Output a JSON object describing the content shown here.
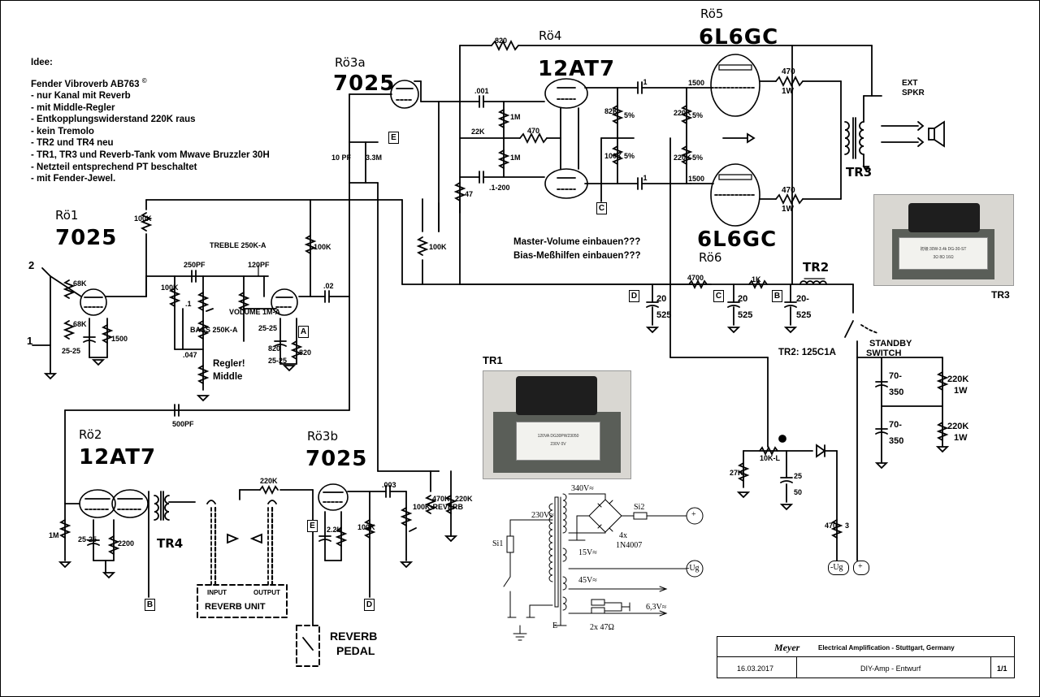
{
  "notes": {
    "heading": "Idee:",
    "title": "Fender Vibroverb AB763",
    "copyright": "©",
    "lines": [
      "- nur Kanal mit Reverb",
      "- mit Middle-Regler",
      "- Entkopplungswiderstand 220K raus",
      "- kein Tremolo",
      "- TR2 und TR4 neu",
      "- TR1, TR3 und Reverb-Tank vom Mwave Bruzzler 30H",
      "- Netzteil entsprechend PT beschaltet",
      "- mit Fender-Jewel."
    ]
  },
  "tubes": {
    "ro1_name": "Rö1",
    "ro1_type": "7025",
    "ro2_name": "Rö2",
    "ro2_type": "12AT7",
    "ro3a_name": "Rö3a",
    "ro3a_type": "7025",
    "ro3b_name": "Rö3b",
    "ro3b_type": "7025",
    "ro4_name": "Rö4",
    "ro4_type": "12AT7",
    "ro5_name": "Rö5",
    "ro5_type": "6L6GC",
    "ro6_name": "Rö6",
    "ro6_type": "6L6GC"
  },
  "comments": {
    "master": "Master-Volume einbauen???",
    "bias": "Bias-Meßhilfen einbauen???",
    "regler": "Regler!",
    "middle": "Middle",
    "tr2": "TR2: 125C1A"
  },
  "labels": {
    "tr1": "TR1",
    "tr2": "TR2",
    "tr3": "TR3",
    "tr4": "TR4",
    "ext_spkr_1": "EXT",
    "ext_spkr_2": "SPKR",
    "standby_1": "STANDBY",
    "standby_2": "SWITCH",
    "reverb_unit": "REVERB UNIT",
    "input": "INPUT",
    "output": "OUTPUT",
    "reverb_pedal_1": "REVERB",
    "reverb_pedal_2": "PEDAL",
    "jack_2": "2",
    "jack_1": "1"
  },
  "components": {
    "r820": "820",
    "c001": ".001",
    "r22k": "22K",
    "r470a": "470",
    "r1m_a": "1M",
    "r1m_b": "1M",
    "c200": ".1-200",
    "r47": "47",
    "r100k_a": "100K",
    "c1a": ".1",
    "c1b": ".1",
    "r82k": "82K",
    "r5pa": "5%",
    "r100k_b": "100K",
    "r5pb": "5%",
    "r220k_a": "220K",
    "r5pc": "5%",
    "r220k_b": "220K",
    "r5pd": "5%",
    "r1500a": "1500",
    "r1500b": "1500",
    "r470w1": "470",
    "w1a": "1W",
    "r470w2": "470",
    "w1b": "1W",
    "r10pf": "10 PF",
    "r3_3m": "3.3M",
    "r100k_c": "100K",
    "c02": ".02",
    "r100k_d": "100K",
    "c250pf": "250PF",
    "c120pf": "120PF",
    "treble": "TREBLE 250K-A",
    "r100k_e": "100K",
    "c1_ro1": ".1",
    "bass": "BASS 250K-A",
    "c047": ".047",
    "vol": "VOLUME 1M-A",
    "r68k_a": "68K",
    "r68k_b": "68K",
    "c25_25": "25-25",
    "r1500c": "1500",
    "c25_25b": "25-25",
    "r820b": "820",
    "c25_25c": "25-25",
    "r820c": "820",
    "c500pf": "500PF",
    "r1m_c": "1M",
    "c25_25d": "25-25",
    "r2200": "2200",
    "r2_2k": "2.2K",
    "r220k_c": "220K",
    "c003": ".003",
    "r100k_f": "100K",
    "r100k_rev": "100K-REVERB",
    "r470k": "470K",
    "r220k_d": "220K",
    "r4700": "4700",
    "r1k": "1K",
    "c20a": "20",
    "c525a": "525",
    "c20b": "20",
    "c525b": "525",
    "c20c": "20-",
    "c525c": "525",
    "c70a": "70-",
    "c350a": "350",
    "c70b": "70-",
    "c350b": "350",
    "r220k_e": "220K",
    "w1c": "1W",
    "r220k_f": "220K",
    "w1d": "1W",
    "bias_pot": "10K-L",
    "r27k": "27K",
    "c25_50": "25",
    "c50": "50",
    "r470_3": "470",
    "w3": "3"
  },
  "tags": {
    "a1": "A",
    "a2": "A",
    "b1": "B",
    "b2": "B",
    "c1": "C",
    "c2": "C",
    "d1": "D",
    "d2": "D",
    "e1": "E",
    "e2": "E"
  },
  "psu": {
    "v340": "340V≈",
    "v230": "230V≈",
    "v15": "15V≈",
    "v45": "45V≈",
    "v63": "6,3V≈",
    "si1": "Si1",
    "si2": "Si2",
    "diodes_1": "4x",
    "diodes_2": "1N4007",
    "res": "2x 47Ω",
    "plus": "+",
    "minus_ug": "-Ug",
    "ug_bottom": "-Ug",
    "plus_bottom": "+",
    "e": "E"
  },
  "photos": {
    "tr1_plate_1": "120VA  DG30PW23050",
    "tr1_plate_2": "230V   0V",
    "tr3_plate_1": "初级:30W-3.4k  DG-30-ST",
    "tr3_plate_2": "3Ω  8Ω  16Ω"
  },
  "titleblock": {
    "brand": "Meyer",
    "company": "Electrical Amplification  -  Stuttgart, Germany",
    "date": "16.03.2017",
    "project": "DIY-Amp - Entwurf",
    "sheet": "1/1"
  }
}
